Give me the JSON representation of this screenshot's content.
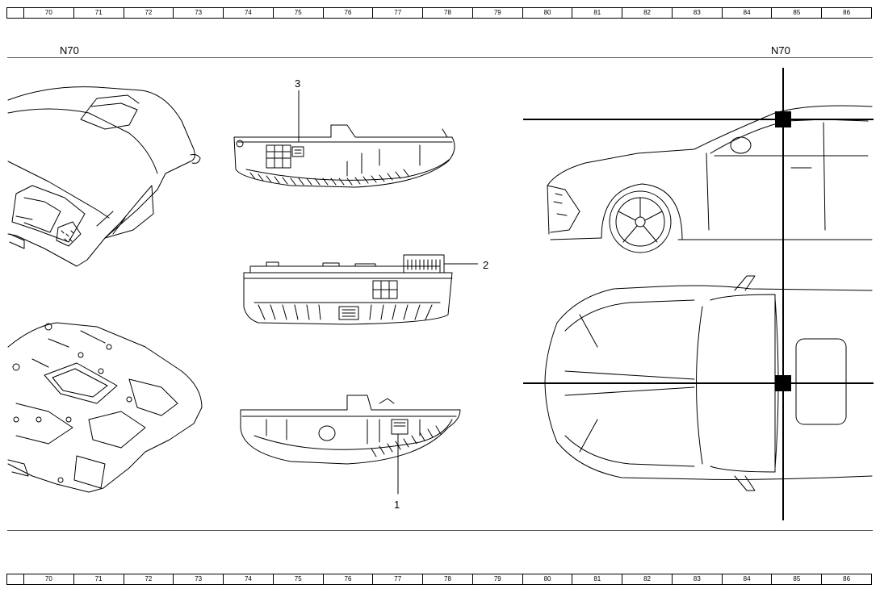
{
  "ruler": {
    "columns": [
      "70",
      "71",
      "72",
      "73",
      "74",
      "75",
      "76",
      "77",
      "78",
      "79",
      "80",
      "81",
      "82",
      "83",
      "84",
      "85",
      "86"
    ]
  },
  "component": {
    "left_label": "N70",
    "right_label": "N70"
  },
  "callouts": {
    "c1": "1",
    "c2": "2",
    "c3": "3"
  }
}
